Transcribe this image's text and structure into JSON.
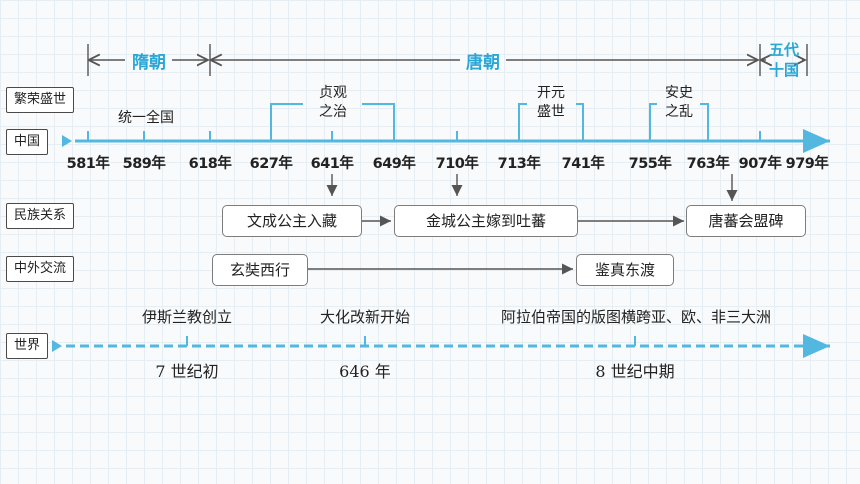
{
  "dynasties": {
    "sui": "隋朝",
    "tang": "唐朝",
    "five_dynasties_line1": "五代",
    "five_dynasties_line2": "十国"
  },
  "row_labels": {
    "prosperity": "繁荣盛世",
    "china": "中国",
    "ethnic": "民族关系",
    "foreign": "中外交流",
    "world": "世界"
  },
  "years": [
    "581年",
    "589年",
    "618年",
    "627年",
    "641年",
    "649年",
    "710年",
    "713年",
    "741年",
    "755年",
    "763年",
    "907年",
    "979年"
  ],
  "periods": {
    "unification": "统一全国",
    "zhenguan_line1": "贞观",
    "zhenguan_line2": "之治",
    "kaiyuan_line1": "开元",
    "kaiyuan_line2": "盛世",
    "anshi_line1": "安史",
    "anshi_line2": "之乱"
  },
  "ethnic_events": {
    "wencheng": "文成公主入藏",
    "jincheng": "金城公主嫁到吐蕃",
    "alliance": "唐蕃会盟碑"
  },
  "foreign_events": {
    "xuanzang": "玄奘西行",
    "jianzhen": "鉴真东渡"
  },
  "world_events": [
    {
      "event": "伊斯兰教创立",
      "time": "7 世纪初"
    },
    {
      "event": "大化改新开始",
      "time": "646 年"
    },
    {
      "event": "阿拉伯帝国的版图横跨亚、欧、非三大洲",
      "time": "8 世纪中期"
    }
  ],
  "colors": {
    "accent": "#2aa7d6",
    "axis": "#52b8e0",
    "text": "#222222",
    "box_border": "#7d7d7d"
  }
}
